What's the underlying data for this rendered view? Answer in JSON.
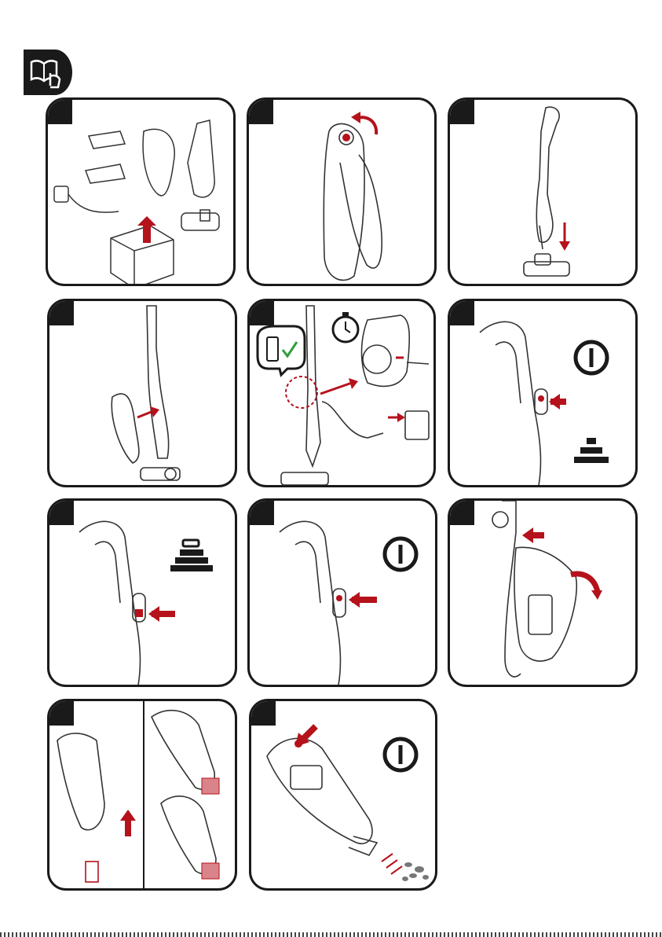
{
  "manual": {
    "section_icon": "hand-reading-book-icon",
    "accent_color": "#b5121b",
    "outline_color": "#1a1a1a",
    "steps": [
      {
        "id": 1,
        "icon": "unboxing-parts-illustration"
      },
      {
        "id": 2,
        "icon": "rotate-handle-illustration"
      },
      {
        "id": 3,
        "icon": "attach-floor-head-illustration"
      },
      {
        "id": 4,
        "icon": "insert-handheld-unit-illustration"
      },
      {
        "id": 5,
        "icon": "charging-illustration"
      },
      {
        "id": 6,
        "icon": "power-on-button-illustration"
      },
      {
        "id": 7,
        "icon": "power-level-button-illustration"
      },
      {
        "id": 8,
        "icon": "power-off-button-illustration"
      },
      {
        "id": 9,
        "icon": "release-handheld-illustration"
      },
      {
        "id": 10,
        "icon": "attach-crevice-tool-illustration"
      },
      {
        "id": 11,
        "icon": "empty-dust-cup-illustration"
      }
    ]
  }
}
